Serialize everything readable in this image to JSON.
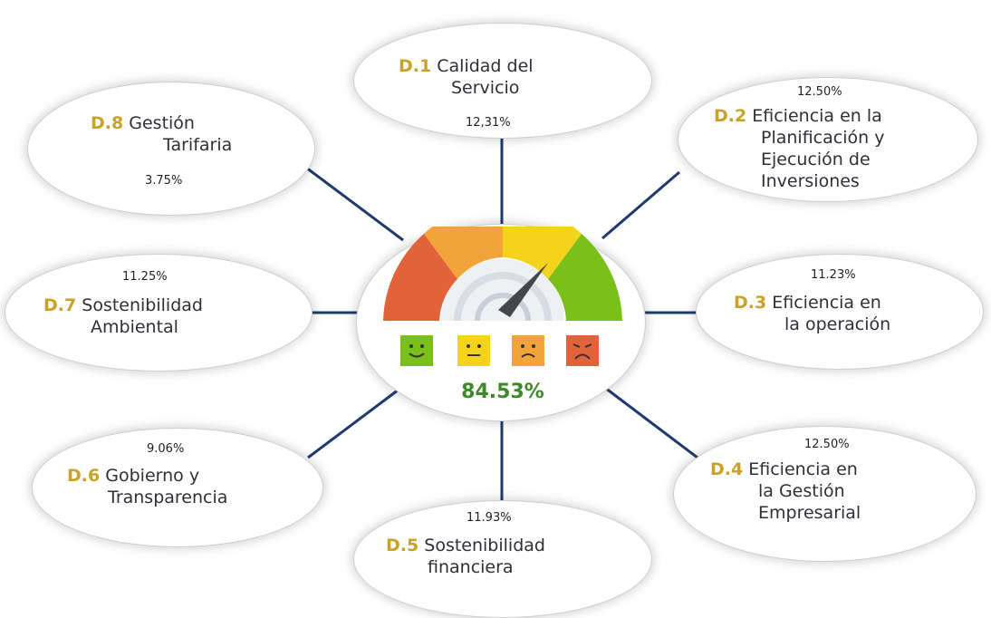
{
  "center": {
    "total": "84.53%",
    "faces": [
      "happy-face-icon",
      "neutral-face-icon",
      "worried-face-icon",
      "sad-face-icon"
    ],
    "colors": {
      "green": "#7bbf1a",
      "yellow": "#f5d21c",
      "orange": "#f2a43a",
      "red": "#e2623a"
    }
  },
  "dimensions": [
    {
      "code": "D.1",
      "line1": "Calidad del",
      "line2": "Servicio",
      "line3": "",
      "line4": "",
      "pct": "12,31%"
    },
    {
      "code": "D.2",
      "line1": "Eficiencia en la",
      "line2": "Planificación y",
      "line3": "Ejecución de",
      "line4": "Inversiones",
      "pct": "12.50%"
    },
    {
      "code": "D.3",
      "line1": "Eficiencia en",
      "line2": "la operación",
      "line3": "",
      "line4": "",
      "pct": "11.23%"
    },
    {
      "code": "D.4",
      "line1": "Eficiencia en",
      "line2": "la Gestión",
      "line3": "Empresarial",
      "line4": "",
      "pct": "12.50%"
    },
    {
      "code": "D.5",
      "line1": "Sostenibilidad",
      "line2": "financiera",
      "line3": "",
      "line4": "",
      "pct": "11.93%"
    },
    {
      "code": "D.6",
      "line1": "Gobierno y",
      "line2": "Transparencia",
      "line3": "",
      "line4": "",
      "pct": "9.06%"
    },
    {
      "code": "D.7",
      "line1": "Sostenibilidad",
      "line2": "Ambiental",
      "line3": "",
      "line4": "",
      "pct": "11.25%"
    },
    {
      "code": "D.8",
      "line1": "Gestión",
      "line2": "Tarifaria",
      "line3": "",
      "line4": "",
      "pct": "3.75%"
    }
  ]
}
